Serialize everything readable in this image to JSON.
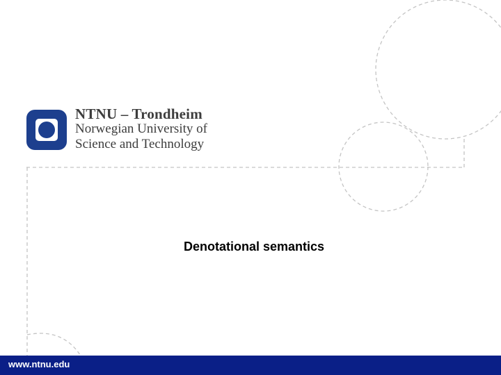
{
  "institution": {
    "line1": "NTNU – Trondheim",
    "line2": "Norwegian University of",
    "line3": "Science and Technology"
  },
  "slide": {
    "title": "Denotational semantics"
  },
  "footer": {
    "url": "www.ntnu.edu"
  },
  "colors": {
    "logo_blue": "#1d3f8e",
    "footer_blue": "#0a1f87",
    "decoration_gray": "#c4c4c4",
    "text_dark": "#3d3d3d"
  },
  "icons": {
    "logo": "ntnu-logo-icon"
  }
}
